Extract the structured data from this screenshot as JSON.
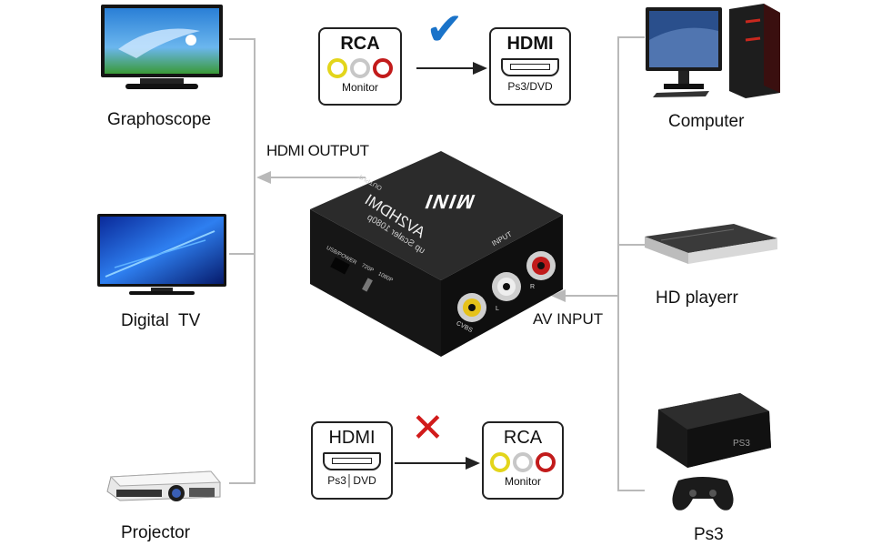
{
  "top_card_left": {
    "title": "RCA",
    "subtitle": "Monitor"
  },
  "top_card_right": {
    "title": "HDMI",
    "subtitle": "Ps3/DVD"
  },
  "bottom_card_left": {
    "title": "HDMI",
    "subtitle": "Ps3│DVD"
  },
  "bottom_card_right": {
    "title": "RCA",
    "subtitle": "Monitor"
  },
  "check_mark": "✔",
  "cross_mark": "✕",
  "hdmi_output_label": "HDMI OUTPUT",
  "av_input_label": "AV INPUT",
  "left_devices": [
    {
      "label": "Graphoscope"
    },
    {
      "label": "Digital  TV"
    },
    {
      "label": "Projector"
    }
  ],
  "right_devices": [
    {
      "label": "Computer"
    },
    {
      "label": "HD playerr"
    },
    {
      "label": "Ps3"
    }
  ],
  "converter": {
    "brand": "MINI",
    "model": "AV2HDMI",
    "caption": "up Scaler 1080p",
    "port_output": "OUTPUT",
    "port_input": "INPUT",
    "port_usb": "USB/POWER",
    "mode_720": "720P",
    "mode_1080": "1080P",
    "port_cvbs": "CVBS",
    "port_l": "L",
    "port_r": "R"
  },
  "colors": {
    "check": "#1a73c9",
    "cross": "#d11b1b",
    "connector": "#b9b9b9"
  },
  "icons": [
    "tv-icon",
    "projector-icon",
    "computer-icon",
    "hd-player-icon",
    "ps3-console-icon",
    "gamepad-icon",
    "check-icon",
    "cross-icon"
  ]
}
